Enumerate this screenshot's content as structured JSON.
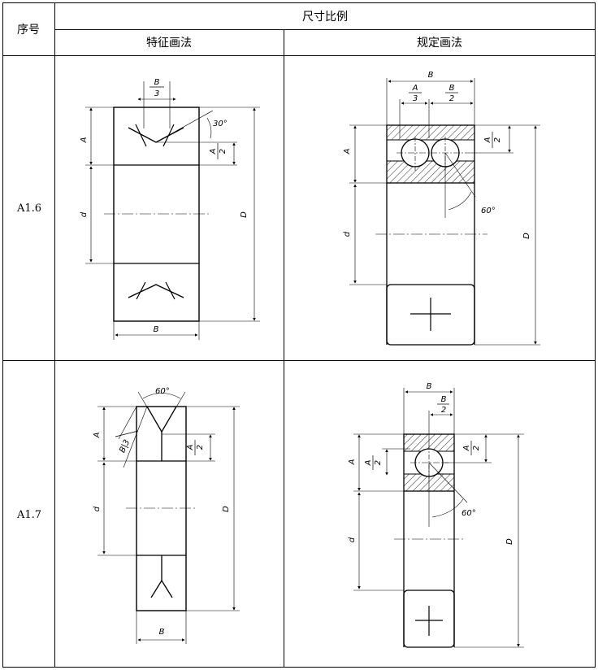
{
  "table": {
    "header_seq": "序号",
    "header_scale": "尺寸比例",
    "header_feature": "特征画法",
    "header_standard": "规定画法",
    "rows": [
      {
        "id": "A1.6"
      },
      {
        "id": "A1.7"
      }
    ]
  },
  "dims": {
    "A": "A",
    "B": "B",
    "d": "d",
    "D": "D",
    "B_num": "B",
    "den3": "3",
    "A_num": "A",
    "den2": "2",
    "B3": "B|3",
    "angle30": "30°",
    "angle60": "60°"
  },
  "colors": {
    "line": "#000000",
    "background": "#ffffff"
  }
}
